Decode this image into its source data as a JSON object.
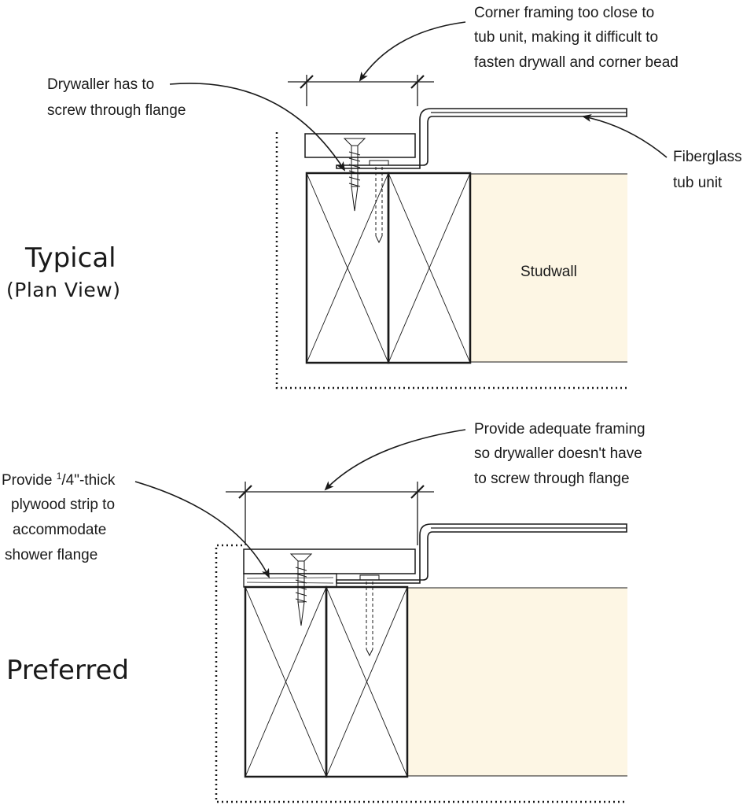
{
  "top": {
    "title": "Typical",
    "subtitle": "(Plan View)",
    "callout_corner": [
      "Corner framing  too close to",
      "tub unit, making it difficult to",
      "fasten drywall  and corner bead"
    ],
    "callout_drywaller": [
      "Drywaller  has to",
      "screw through  flange"
    ],
    "callout_tub": [
      "Fiberglass",
      "tub unit"
    ],
    "studwall_label": "Studwall"
  },
  "bottom": {
    "title": "Preferred",
    "callout_framing": [
      "Provide  adequate  framing",
      "so drywaller   doesn't have",
      "to screw through flange"
    ],
    "callout_plywood_pre": "Provide ",
    "callout_plywood_sup": "1",
    "callout_plywood_post": "/4\"-thick",
    "callout_plywood": [
      "plywood strip to",
      "accommodate",
      "shower flange"
    ]
  },
  "colors": {
    "wood": "#f8e3c0",
    "wall": "#fdf6e4",
    "drywall": "#dfe1e1",
    "plywood": "#efc48f",
    "line": "#1a1a1a"
  }
}
